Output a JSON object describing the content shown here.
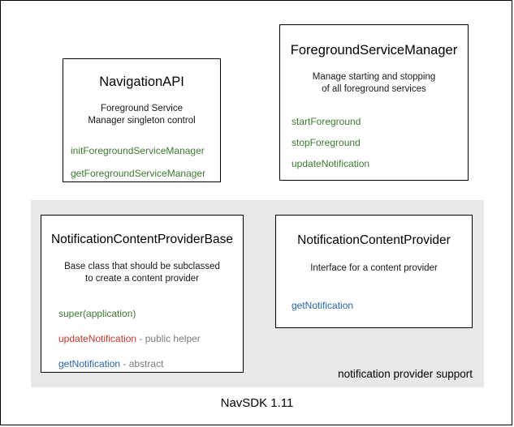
{
  "diagram": {
    "footer_label": "NavSDK 1.11",
    "group": {
      "caption": "notification provider support"
    },
    "boxes": {
      "navigation_api": {
        "title": "NavigationAPI",
        "description_line1": "Foreground Service",
        "description_line2": "Manager singleton control",
        "members": [
          {
            "name": "initForegroundServiceManager",
            "note": "",
            "color": "#3d7a32"
          },
          {
            "name": "getForegroundServiceManager",
            "note": "",
            "color": "#3d7a32"
          }
        ]
      },
      "foreground_service_manager": {
        "title": "ForegroundServiceManager",
        "description_line1": "Manage starting and stopping",
        "description_line2": "of all foreground services",
        "members": [
          {
            "name": "startForeground",
            "note": "",
            "color": "#3d7a32"
          },
          {
            "name": "stopForeground",
            "note": "",
            "color": "#3d7a32"
          },
          {
            "name": "updateNotification",
            "note": "",
            "color": "#3d7a32"
          }
        ]
      },
      "notification_content_provider_base": {
        "title": "NotificationContentProviderBase",
        "description_line1": "Base class that should be subclassed",
        "description_line2": "to create a content provider",
        "members": [
          {
            "name": "super(application)",
            "note": "",
            "color": "#3d7a32"
          },
          {
            "name": "updateNotification",
            "note": " - public helper",
            "color": "#c0392b"
          },
          {
            "name": "getNotification",
            "note": " - abstract",
            "color": "#2a64a8"
          }
        ]
      },
      "notification_content_provider": {
        "title": "NotificationContentProvider",
        "description_line1": "Interface for a content provider",
        "description_line2": "",
        "members": [
          {
            "name": "getNotification",
            "note": "",
            "color": "#2a64a8"
          }
        ]
      }
    }
  }
}
